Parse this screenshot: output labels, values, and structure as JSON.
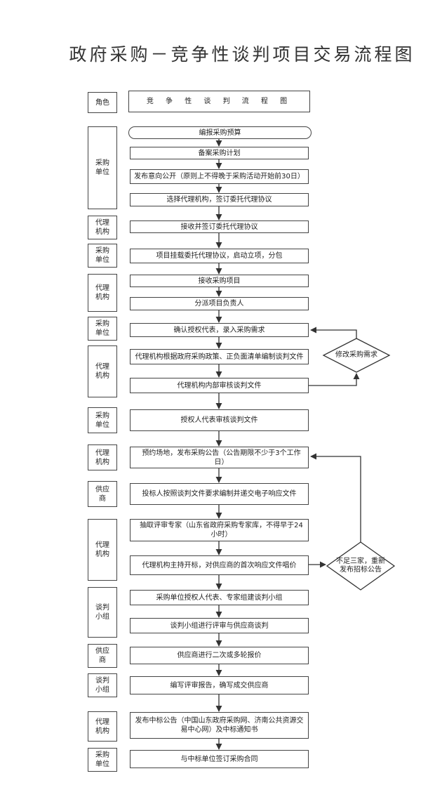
{
  "title": "政府采购－竞争性谈判项目交易流程图",
  "header": {
    "role": "角色",
    "flow": "竞 争 性 谈 判 流 程 图"
  },
  "roles": [
    "采购\n单位",
    "代理\n机构",
    "采购\n单位",
    "代理\n机构",
    "采购\n单位",
    "代理\n机构",
    "采购\n单位",
    "代理\n机构",
    "供应\n商",
    "代理\n机构",
    "谈判\n小组",
    "供应\n商",
    "谈判\n小组",
    "代理\n机构",
    "采购\n单位"
  ],
  "steps": [
    "编报采购预算",
    "备案采购计划",
    "发布意向公开（原则上不得晚于采购活动开始前30日）",
    "选择代理机构，签订委托代理协议",
    "接收并签订委托代理协议",
    "项目挂载委托代理协议，启动立项，分包",
    "接收采购项目",
    "分派项目负责人",
    "确认授权代表，录入采购需求",
    "代理机构根据政府采购政策、正负面清单编制谈判文件",
    "代理机构内部审核谈判文件",
    "授权人代表审核谈判文件",
    "预约场地，发布采购公告（公告期限不少于3个工作日）",
    "投标人按照谈判文件要求编制并递交电子响应文件",
    "抽取评审专家（山东省政府采购专家库，不得早于24小时）",
    "代理机构主持开标，对供应商的首次响应文件唱价",
    "采购单位授权人代表、专家组建谈判小组",
    "谈判小组进行评审与供应商谈判",
    "供应商进行二次或多轮报价",
    "编写评审报告，确写成交供应商",
    "发布中标公告（中国山东政府采购网、济南公共资源交易中心网）及中标通知书",
    "与中标单位签订采购合同"
  ],
  "decisions": {
    "revise": "修改采购需求",
    "rebid": "不足三家，重新\n发布招标公告"
  }
}
